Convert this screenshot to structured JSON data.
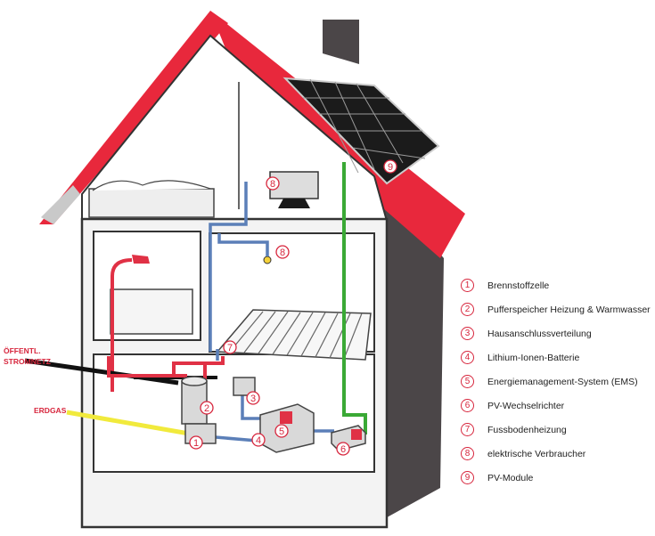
{
  "labels": {
    "public_grid_line1": "ÖFFENTL.",
    "public_grid_line2": "STROMNETZ",
    "natural_gas": "ERDGAS"
  },
  "markers": {
    "fuel_cell": "1",
    "buffer_storage": "2",
    "house_connection": "3",
    "battery": "4",
    "ems": "5",
    "pv_inverter": "6",
    "floor_heating": "7",
    "consumer_tv": "8",
    "consumer_lamp": "8",
    "pv_modules": "9"
  },
  "legend": [
    {
      "num": "1",
      "text": "Brennstoffzelle"
    },
    {
      "num": "2",
      "text": "Pufferspeicher Heizung & Warmwasser"
    },
    {
      "num": "3",
      "text": "Hausanschlussverteilung"
    },
    {
      "num": "4",
      "text": "Lithium-Ionen-Batterie"
    },
    {
      "num": "5",
      "text": "Energiemanagement-System (EMS)"
    },
    {
      "num": "6",
      "text": "PV-Wechselrichter"
    },
    {
      "num": "7",
      "text": "Fussbodenheizung"
    },
    {
      "num": "8",
      "text": "elektrische Verbraucher"
    },
    {
      "num": "9",
      "text": "PV-Module"
    }
  ],
  "colors": {
    "roof": "#e8283c",
    "wall": "#4b4648",
    "pipe_red": "#e03145",
    "pipe_blue": "#5b7fb8",
    "pipe_green": "#3aa935",
    "gas_yellow": "#f1ea3c",
    "accent": "#d7263d"
  }
}
